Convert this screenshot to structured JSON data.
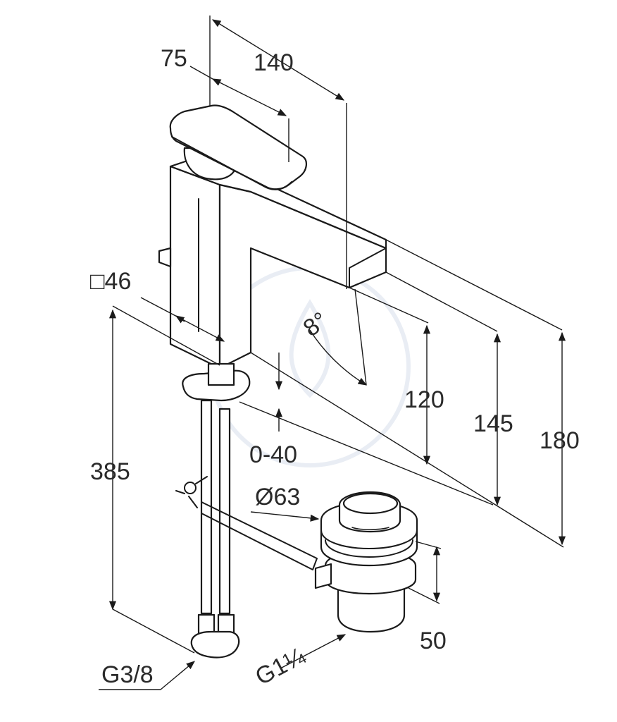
{
  "dimensions": {
    "d75": "75",
    "d140": "140",
    "square46": "□46",
    "angle8": "8°",
    "d120": "120",
    "d145": "145",
    "d180": "180",
    "d385": "385",
    "d0_40": "0-40",
    "dia63": "Ø63",
    "d50": "50",
    "g38": "G3/8",
    "g114": "G1¼"
  },
  "colors": {
    "line": "#1a1a1a",
    "text": "#2a2a2a",
    "watermark": "#e9edf4",
    "background": "#ffffff"
  }
}
